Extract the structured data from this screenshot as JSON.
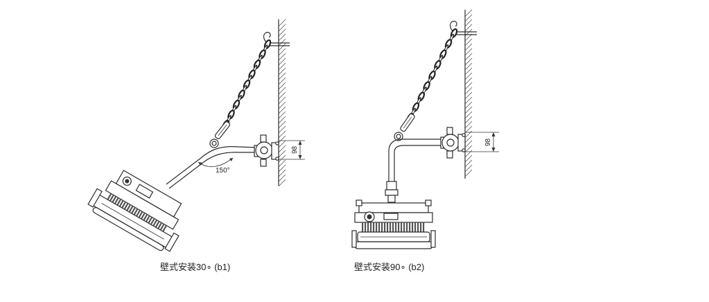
{
  "figures": [
    {
      "caption": "壁式安装30∘ (b1)",
      "angle_label": "150°",
      "dimension_label": "98"
    },
    {
      "caption": "壁式安装90∘ (b2)",
      "dimension_label": "98"
    }
  ]
}
